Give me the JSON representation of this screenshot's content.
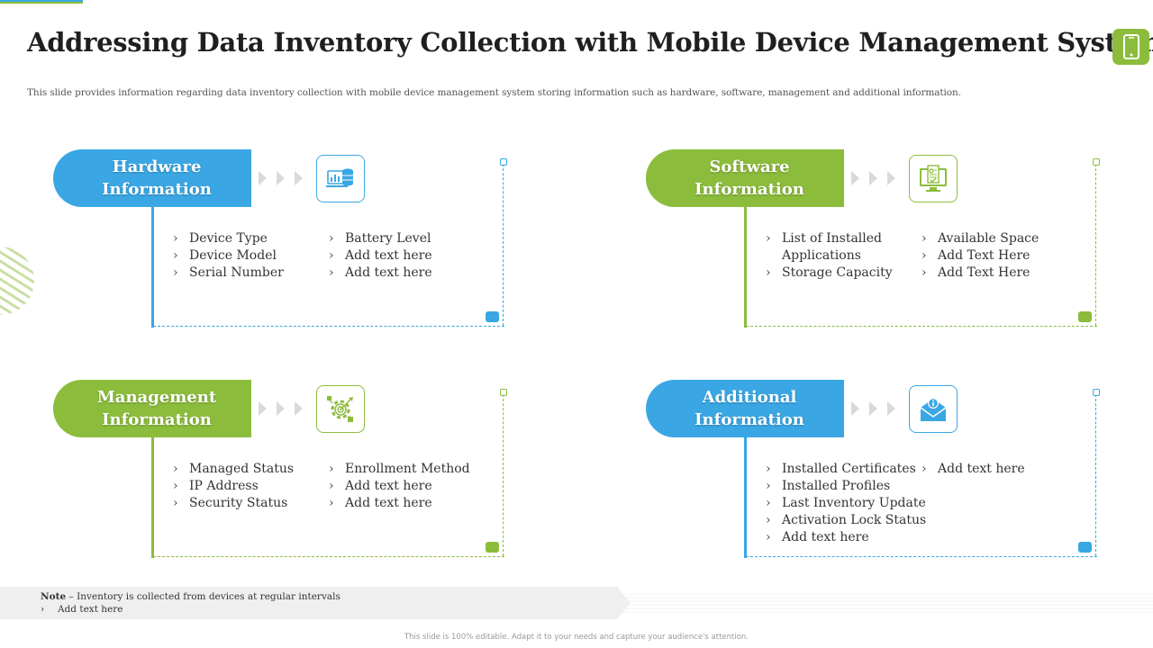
{
  "slide": {
    "title": "Addressing Data Inventory Collection with Mobile Device Management System",
    "subtitle": "This slide provides information regarding data inventory collection with mobile device management system storing information such as hardware, software, management and additional information.",
    "header_icon": "mobile-phone-icon",
    "colors": {
      "blue": "#3aa7e4",
      "green": "#8cbc3c"
    }
  },
  "cards": {
    "hardware": {
      "title_line1": "Hardware",
      "title_line2": "Information",
      "icon": "database-laptop-icon",
      "col1": [
        "Device Type",
        "Device Model",
        "Serial Number"
      ],
      "col2": [
        "Battery Level",
        "Add text here",
        "Add text here"
      ]
    },
    "software": {
      "title_line1": "Software",
      "title_line2": "Information",
      "icon": "monitor-document-icon",
      "col1": [
        "List of Installed",
        "Applications",
        "Storage Capacity"
      ],
      "col2": [
        "Available Space",
        "Add Text Here",
        "Add Text Here"
      ]
    },
    "management": {
      "title_line1": "Management",
      "title_line2": "Information",
      "icon": "target-gear-icon",
      "col1": [
        "Managed Status",
        "IP Address",
        "Security Status"
      ],
      "col2": [
        "Enrollment Method",
        "Add text here",
        "Add text here"
      ]
    },
    "additional": {
      "title_line1": "Additional",
      "title_line2": "Information",
      "icon": "info-envelope-icon",
      "col1": [
        "Installed Certificates",
        "Installed Profiles",
        "Last Inventory Update",
        "Activation Lock Status",
        "Add text here"
      ],
      "col2": [
        "Add text here"
      ]
    }
  },
  "note": {
    "label": "Note",
    "text": " – Inventory is collected  from devices at regular intervals",
    "sub": "Add text here"
  },
  "footer": "This slide is 100% editable. Adapt it to your needs and capture your audience's attention."
}
